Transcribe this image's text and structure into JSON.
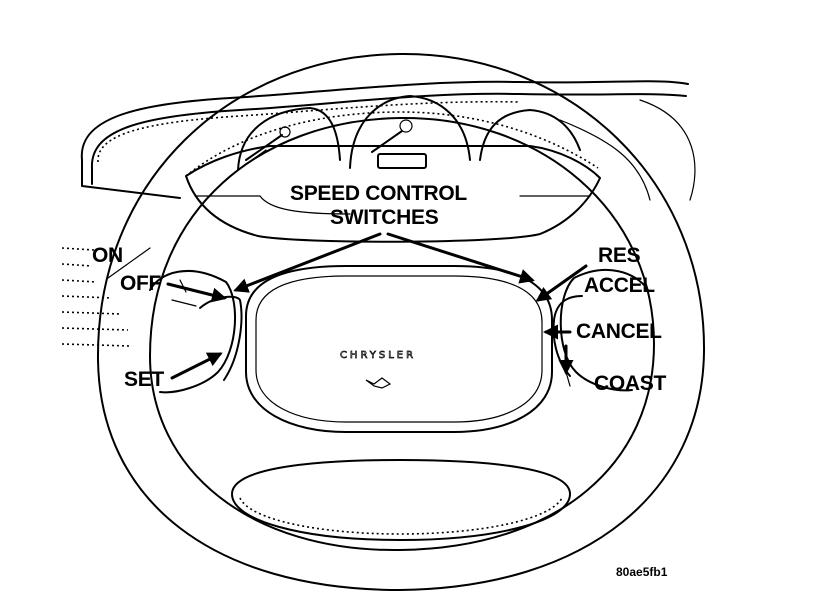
{
  "labels": {
    "speed_control_line1": "SPEED CONTROL",
    "speed_control_line2": "SWITCHES",
    "on": "ON",
    "off": "OFF",
    "set": "SET",
    "res": "RES",
    "accel": "ACCEL",
    "cancel": "CANCEL",
    "coast": "COAST"
  },
  "logo": {
    "wordmark": "CHRYSLER"
  },
  "figure_id": "80ae5fb1"
}
